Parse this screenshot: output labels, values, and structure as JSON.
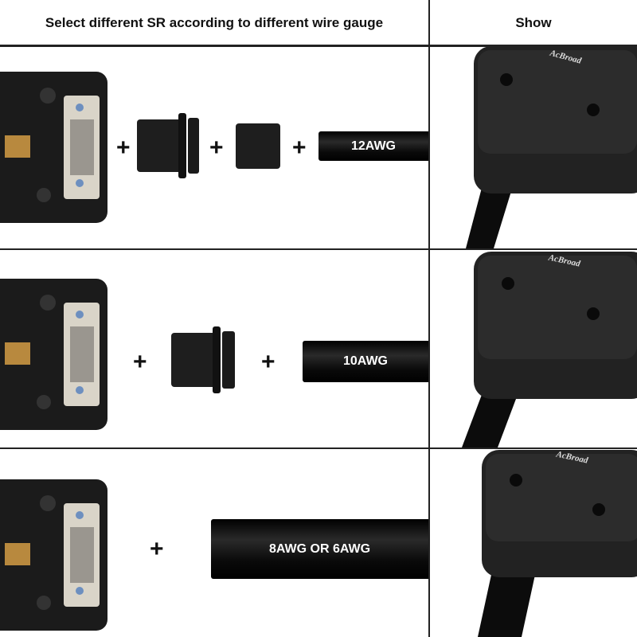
{
  "header": {
    "left_title": "Select different SR according to different wire gauge",
    "right_title": "Show"
  },
  "rows": [
    {
      "wire_label": "12AWG",
      "plus": [
        "+",
        "+",
        "+"
      ]
    },
    {
      "wire_label": "10AWG",
      "plus": [
        "+",
        "+"
      ]
    },
    {
      "wire_label": "8AWG OR 6AWG",
      "plus": [
        "+"
      ]
    }
  ],
  "brand_logo": "AcBroad"
}
